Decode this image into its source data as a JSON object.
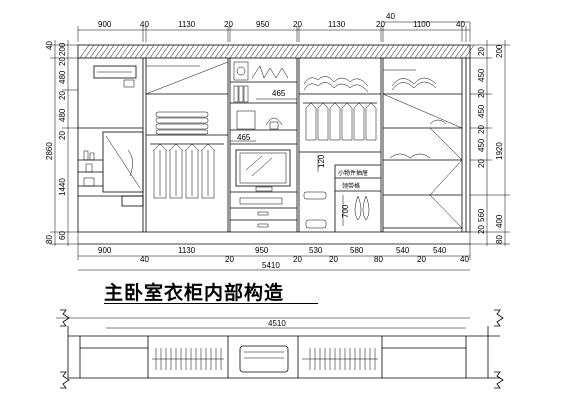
{
  "title": "主卧室衣柜内部构造",
  "top_dims": [
    "900",
    "40",
    "1130",
    "20",
    "950",
    "20",
    "1130",
    "20",
    "1100",
    "40",
    "40"
  ],
  "bottom_dims": [
    "900",
    "40",
    "1130",
    "20",
    "950",
    "20",
    "530",
    "20",
    "580",
    "80",
    "540",
    "20",
    "540",
    "40"
  ],
  "total_width": "5410",
  "plan_width": "4510",
  "left_dims": [
    "40",
    "200",
    "20",
    "480",
    "20",
    "480",
    "2860",
    "20",
    "1440",
    "60",
    "80"
  ],
  "right_dims": [
    "200",
    "20",
    "450",
    "20",
    "450",
    "20",
    "1920",
    "450",
    "20",
    "560",
    "400",
    "20",
    "80"
  ],
  "inner_dims": [
    "465",
    "465",
    "120",
    "700"
  ],
  "label_shelf": "小物件抽屉",
  "label_drawer": "领带格"
}
